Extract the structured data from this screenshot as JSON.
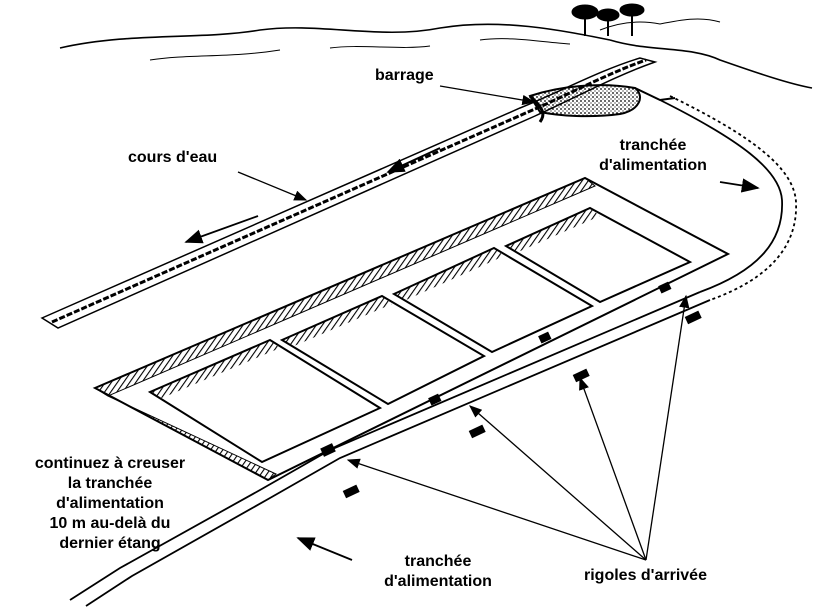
{
  "labels": {
    "barrage": "barrage",
    "cours_deau": "cours d'eau",
    "tranchee_top": [
      "tranchée",
      "d'alimentation"
    ],
    "continuez": [
      "continuez à creuser",
      "la tranchée",
      "d'alimentation",
      "10 m au-delà du",
      "dernier étang"
    ],
    "tranchee_bottom": [
      "tranchée",
      "d'alimentation"
    ],
    "rigoles": "rigoles d'arrivée"
  },
  "colors": {
    "ink": "#000000",
    "paper": "#ffffff"
  }
}
